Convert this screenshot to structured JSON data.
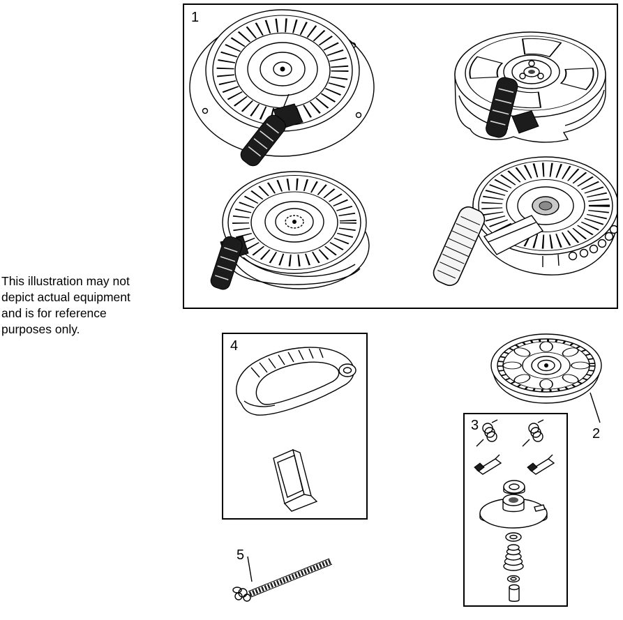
{
  "colors": {
    "background": "#ffffff",
    "line": "#000000",
    "dark_fill": "#1c1c1c"
  },
  "disclaimer": {
    "lines": [
      "This illustration may not",
      "depict actual equipment",
      "and is for reference",
      "purposes only."
    ]
  },
  "callouts": {
    "assembly_group": "1",
    "pulley": "2",
    "hardware_kit": "3",
    "handle": "4",
    "rope": "5"
  },
  "illustrations": {
    "assembly_group": "recoil-starter-assembly-four-views",
    "pulley": "starter-pulley",
    "hardware_kit": "starter-hardware-exploded-kit",
    "handle": "starter-handle-and-insert",
    "rope": "starter-rope"
  }
}
